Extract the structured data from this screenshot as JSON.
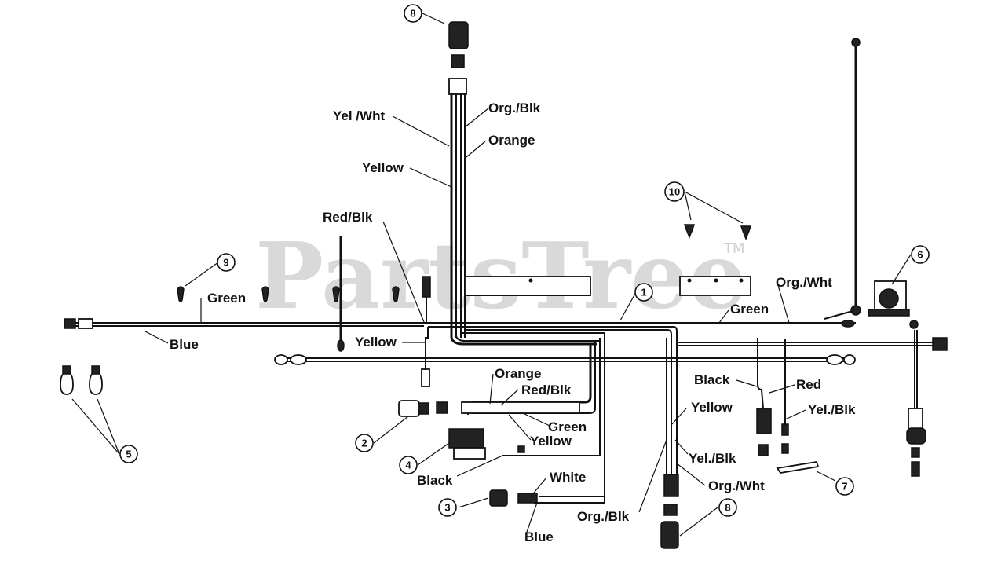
{
  "watermark": {
    "text": "PartsTree",
    "trademark": "TM"
  },
  "wire_labels": [
    {
      "id": "yel-wht-top",
      "text": "Yel /Wht"
    },
    {
      "id": "org-blk-top",
      "text": "Org./Blk"
    },
    {
      "id": "orange-top",
      "text": "Orange"
    },
    {
      "id": "yellow-top",
      "text": "Yellow"
    },
    {
      "id": "red-blk-left",
      "text": "Red/Blk"
    },
    {
      "id": "green-left",
      "text": "Green"
    },
    {
      "id": "blue-left",
      "text": "Blue"
    },
    {
      "id": "yellow-mid",
      "text": "Yellow"
    },
    {
      "id": "orange-mid",
      "text": "Orange"
    },
    {
      "id": "red-blk-mid",
      "text": "Red/Blk"
    },
    {
      "id": "green-mid",
      "text": "Green"
    },
    {
      "id": "yellow-low",
      "text": "Yellow"
    },
    {
      "id": "black-low",
      "text": "Black"
    },
    {
      "id": "white-low",
      "text": "White"
    },
    {
      "id": "blue-low",
      "text": "Blue"
    },
    {
      "id": "org-blk-low",
      "text": "Org./Blk"
    },
    {
      "id": "org-wht-right",
      "text": "Org./Wht"
    },
    {
      "id": "green-right",
      "text": "Green"
    },
    {
      "id": "black-right",
      "text": "Black"
    },
    {
      "id": "red-right",
      "text": "Red"
    },
    {
      "id": "yellow-right",
      "text": "Yellow"
    },
    {
      "id": "yel-blk-right",
      "text": "Yel./Blk"
    },
    {
      "id": "yel-blk-center",
      "text": "Yel./Blk"
    },
    {
      "id": "org-wht-center",
      "text": "Org./Wht"
    }
  ],
  "callouts": [
    {
      "id": "callout-1",
      "text": "1"
    },
    {
      "id": "callout-2",
      "text": "2"
    },
    {
      "id": "callout-3",
      "text": "3"
    },
    {
      "id": "callout-4",
      "text": "4"
    },
    {
      "id": "callout-5",
      "text": "5"
    },
    {
      "id": "callout-6",
      "text": "6"
    },
    {
      "id": "callout-7",
      "text": "7"
    },
    {
      "id": "callout-8-top",
      "text": "8"
    },
    {
      "id": "callout-8-bottom",
      "text": "8"
    },
    {
      "id": "callout-9",
      "text": "9"
    },
    {
      "id": "callout-10",
      "text": "10"
    }
  ]
}
